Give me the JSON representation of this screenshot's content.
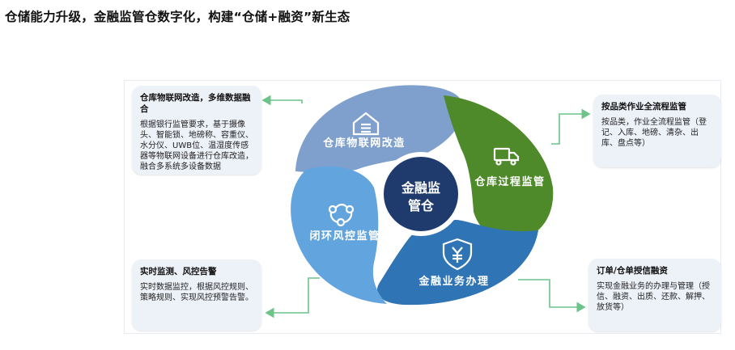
{
  "title": "仓储能力升级，金融监管仓数字化，构建“仓储+融资”新生态",
  "center": {
    "line1": "金融监",
    "line2": "管仓"
  },
  "segments": [
    {
      "label": "仓库物联网改造",
      "icon": "warehouse-icon",
      "color": "#7fa0cd"
    },
    {
      "label": "仓库过程监管",
      "icon": "truck-icon",
      "color": "#4f8a2a"
    },
    {
      "label": "金融业务办理",
      "icon": "yen-shield-icon",
      "color": "#2f74b5"
    },
    {
      "label": "闭环风控监管",
      "icon": "network-cycle-icon",
      "color": "#62a4dd"
    }
  ],
  "cards": [
    {
      "title": "仓库物联网改造，多维数据融合",
      "body": "根据银行监管要求，基于摄像头、智能锁、地磅称、容重仪、水分仪、UWB位、温湿度传感器等物联网设备进行仓库改造，融合多系统多设备数据"
    },
    {
      "title": "按品类作业全流程监管",
      "body": "按品类，作业全流程监管（登记、入库、地磅、清杂、出库、盘点等）"
    },
    {
      "title": "实时监测、风控告警",
      "body": "实时数据监控，根据风控规则、策略规则、实现风控预警告警。"
    },
    {
      "title": "订单/仓单授信融资",
      "body": "实现金融业务的办理与管理（授信、融资、出质、还款、解押、放货等）"
    }
  ],
  "colors": {
    "arrow": "#6cc48a",
    "card_bg": "#edf1f8",
    "center": "#1f3b6e"
  }
}
